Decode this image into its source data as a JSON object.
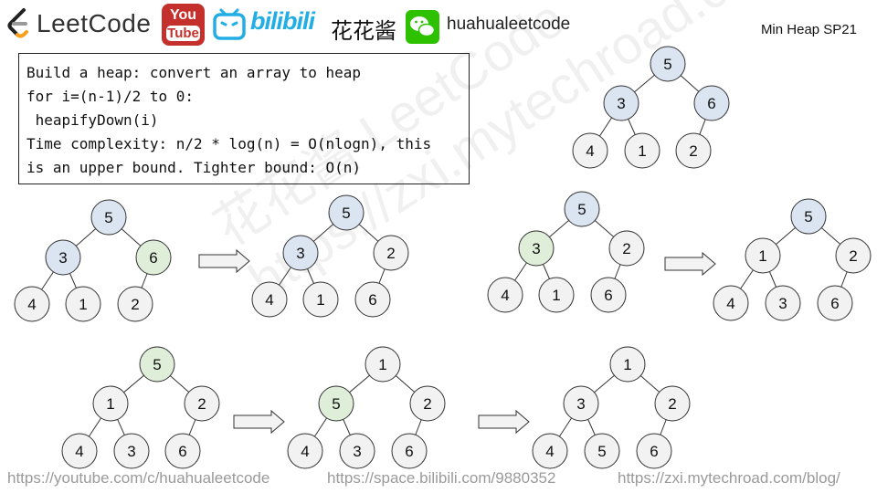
{
  "header": {
    "leetcode_logo_text": "LeetCode",
    "youtube_top": "You",
    "youtube_bottom": "Tube",
    "bilibili_text": "bilibili",
    "channel_cn": "花花酱",
    "channel_en": "huahualeetcode",
    "title": "Min Heap SP21"
  },
  "code": {
    "lines": [
      "Build a heap: convert an array to heap",
      "for i=(n-1)/2 to 0:",
      " heapifyDown(i)",
      "Time complexity: n/2 * log(n) = O(nlogn), this",
      "is an upper bound. Tighter bound: O(n)"
    ]
  },
  "watermark": {
    "line1": "花花酱 LeetCode",
    "line2": "https://zxi.mytechroad.com/blog/"
  },
  "footer": {
    "youtube_url": "https://youtube.com/c/huahualeetcode",
    "bilibili_url": "https://space.bilibili.com/9880352",
    "blog_url": "https://zxi.mytechroad.com/blog/"
  },
  "colors": {
    "blue": "#dbe5f1",
    "green": "#dfeed9",
    "gray": "#f2f2f2",
    "stroke": "#333333"
  },
  "trees": [
    {
      "name": "initial-tree",
      "values": [
        "5",
        "3",
        "6",
        "4",
        "1",
        "2"
      ],
      "fills": [
        "blue",
        "blue",
        "blue",
        "gray",
        "gray",
        "gray"
      ]
    },
    {
      "name": "step1-before",
      "values": [
        "5",
        "3",
        "6",
        "4",
        "1",
        "2"
      ],
      "fills": [
        "blue",
        "blue",
        "green",
        "gray",
        "gray",
        "gray"
      ]
    },
    {
      "name": "step1-after",
      "values": [
        "5",
        "3",
        "2",
        "4",
        "1",
        "6"
      ],
      "fills": [
        "blue",
        "blue",
        "gray",
        "gray",
        "gray",
        "gray"
      ]
    },
    {
      "name": "step2-before",
      "values": [
        "5",
        "3",
        "2",
        "4",
        "1",
        "6"
      ],
      "fills": [
        "blue",
        "green",
        "gray",
        "gray",
        "gray",
        "gray"
      ]
    },
    {
      "name": "step2-after",
      "values": [
        "5",
        "1",
        "2",
        "4",
        "3",
        "6"
      ],
      "fills": [
        "blue",
        "gray",
        "gray",
        "gray",
        "gray",
        "gray"
      ]
    },
    {
      "name": "step3-before",
      "values": [
        "5",
        "1",
        "2",
        "4",
        "3",
        "6"
      ],
      "fills": [
        "green",
        "gray",
        "gray",
        "gray",
        "gray",
        "gray"
      ]
    },
    {
      "name": "step3-middle",
      "values": [
        "1",
        "5",
        "2",
        "4",
        "3",
        "6"
      ],
      "fills": [
        "gray",
        "green",
        "gray",
        "gray",
        "gray",
        "gray"
      ]
    },
    {
      "name": "step3-final",
      "values": [
        "1",
        "3",
        "2",
        "4",
        "5",
        "6"
      ],
      "fills": [
        "gray",
        "gray",
        "gray",
        "gray",
        "gray",
        "gray"
      ]
    }
  ]
}
